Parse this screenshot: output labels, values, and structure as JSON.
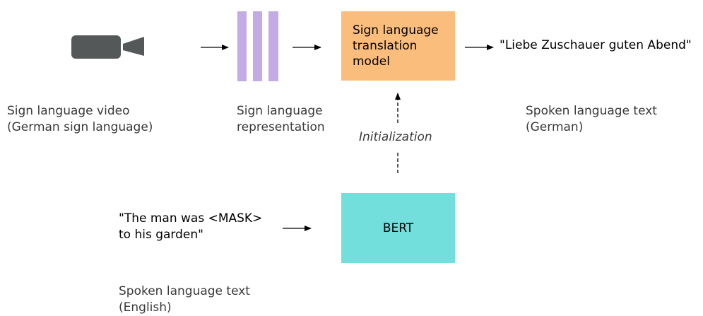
{
  "diagram": {
    "sign_video": {
      "icon": "video-camera-icon",
      "caption_line1": "Sign language video",
      "caption_line2": "(German sign language)"
    },
    "sign_representation": {
      "caption_line1": "Sign language",
      "caption_line2": "representation"
    },
    "translation_model": {
      "label": "Sign language\ntranslation\nmodel"
    },
    "output_text": {
      "quote": "\"Liebe Zuschauer guten Abend\"",
      "caption_line1": "Spoken language text",
      "caption_line2": "(German)"
    },
    "initialization_label": "Initialization",
    "bert": {
      "label": "BERT"
    },
    "input_text": {
      "quote_line1": "\"The man was <MASK>",
      "quote_line2": "to his garden\"",
      "caption_line1": "Spoken language text",
      "caption_line2": "(English)"
    },
    "colors": {
      "camera": "#545859",
      "representation_bars": "#c3abe5",
      "translation_box": "#fbbd7b",
      "bert_box": "#72dfdd"
    }
  }
}
